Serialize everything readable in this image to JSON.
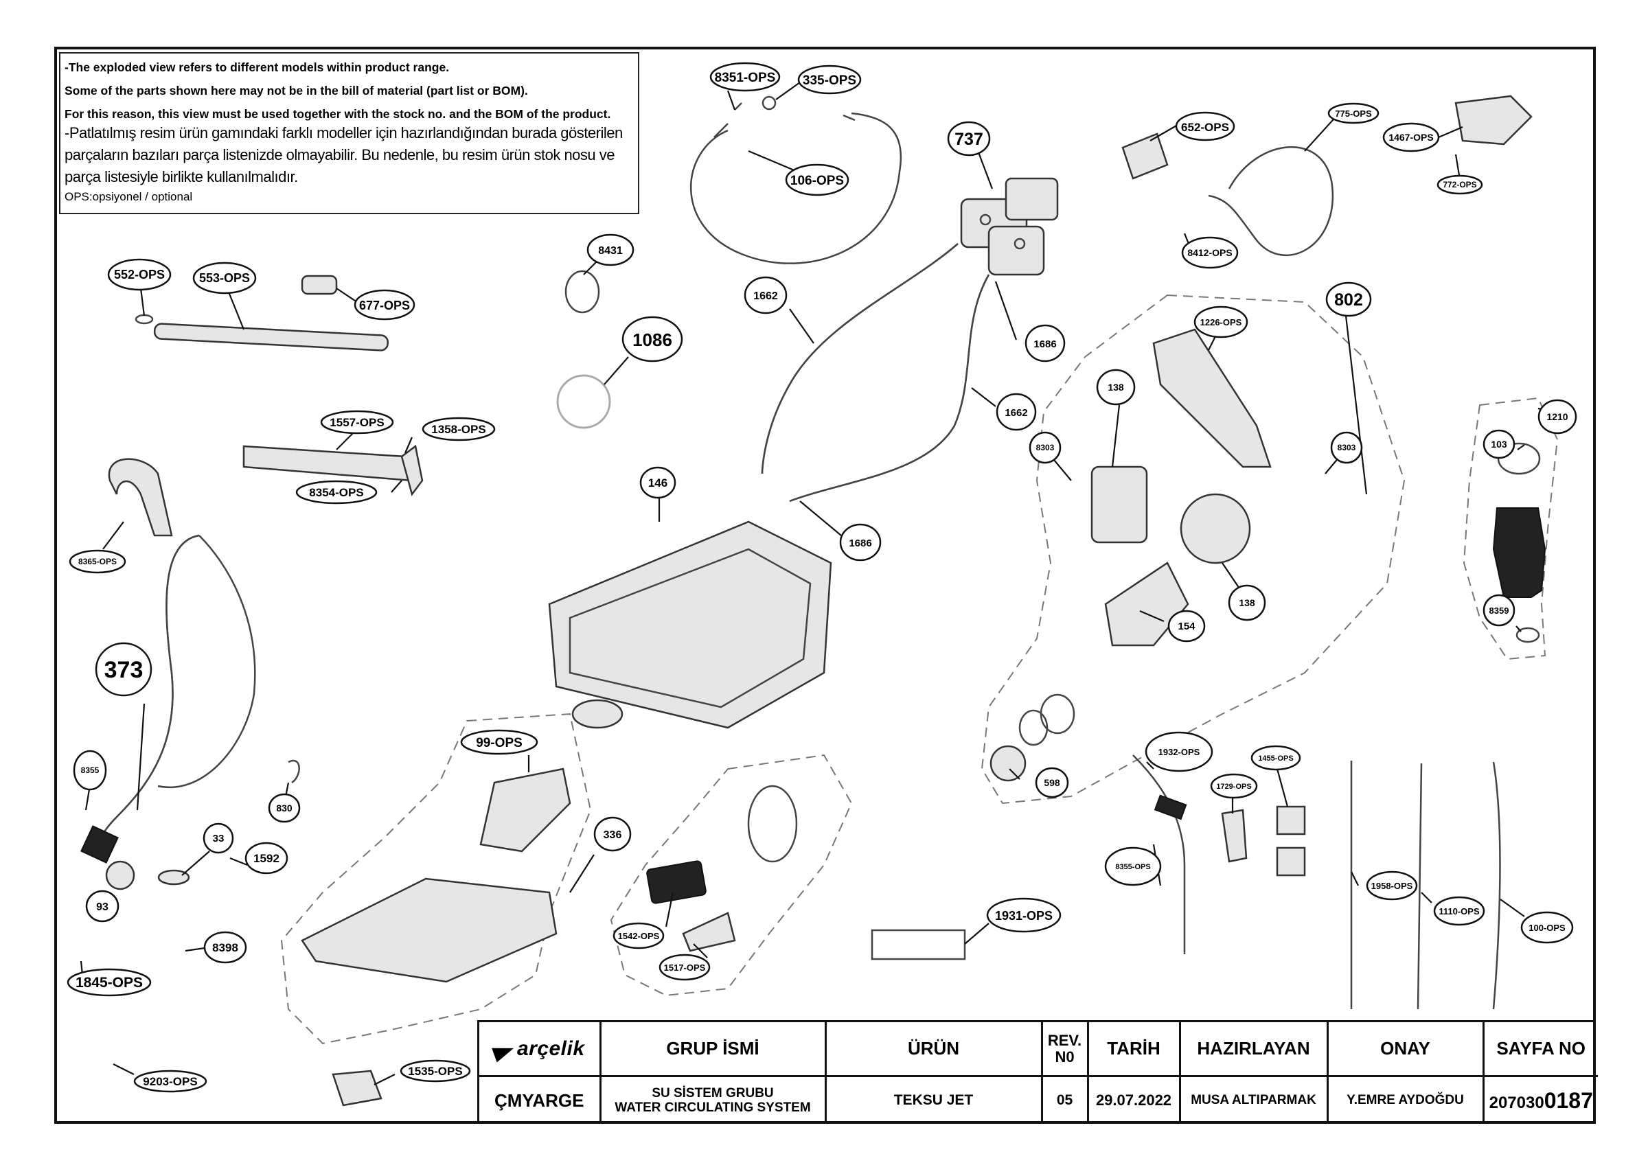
{
  "notes": {
    "line1": "-The exploded view refers to different models within product range.",
    "line2": "Some of the parts shown here may not be in the bill of material (part list or BOM).",
    "line3": "For this reason, this view must be used together with the stock no. and the BOM of the product.",
    "line4": "-Patlatılmış resim ürün gamındaki farklı modeller için hazırlandığından burada gösterilen",
    "line5": "parçaların bazıları parça listenizde olmayabilir. Bu nedenle, bu resim ürün stok nosu ve",
    "line6": "parça listesiyle birlikte kullanılmalıdır.",
    "line7": "OPS:opsiyonel / optional"
  },
  "callouts": {
    "c8351": "8351-OPS",
    "c335": "335-OPS",
    "c106": "106-OPS",
    "c737": "737",
    "c652": "652-OPS",
    "c775": "775-OPS",
    "c1467": "1467-OPS",
    "c772": "772-OPS",
    "c8412": "8412-OPS",
    "c552": "552-OPS",
    "c553": "553-OPS",
    "c677": "677-OPS",
    "c8431": "8431",
    "c1086": "1086",
    "c1662a": "1662",
    "c1662b": "1662",
    "c1686a": "1686",
    "c1686b": "1686",
    "c1226": "1226-OPS",
    "c802": "802",
    "c138a": "138",
    "c138b": "138",
    "c8303a": "8303",
    "c8303b": "8303",
    "c1210": "1210",
    "c103": "103",
    "c8359": "8359",
    "c1557": "1557-OPS",
    "c1358": "1358-OPS",
    "c8354": "8354-OPS",
    "c146": "146",
    "c8365": "8365-OPS",
    "c154": "154",
    "c373": "373",
    "c598": "598",
    "c8355a": "8355",
    "c830": "830",
    "c99": "99-OPS",
    "c1932": "1932-OPS",
    "c1455": "1455-OPS",
    "c1729": "1729-OPS",
    "c336": "336",
    "c33": "33",
    "c1592": "1592",
    "c8355b": "8355-OPS",
    "c1958": "1958-OPS",
    "c1110": "1110-OPS",
    "c100": "100-OPS",
    "c93": "93",
    "c1542": "1542-OPS",
    "c1517": "1517-OPS",
    "c1931": "1931-OPS",
    "c8398": "8398",
    "c1845": "1845-OPS",
    "c9203": "9203-OPS",
    "c1535": "1535-OPS"
  },
  "title_block": {
    "logo": "arçelik",
    "group_header": "GRUP İSMİ",
    "product_header": "ÜRÜN",
    "rev_header_1": "REV.",
    "rev_header_2": "N0",
    "date_header": "TARİH",
    "prepared_header": "HAZIRLAYAN",
    "approval_header": "ONAY",
    "page_header": "SAYFA NO",
    "department": "ÇMYARGE",
    "group_name_tr": "SU SİSTEM GRUBU",
    "group_name_en": "WATER CIRCULATING SYSTEM",
    "product": "TEKSU JET",
    "rev": "05",
    "date": "29.07.2022",
    "prepared_by": "MUSA ALTIPARMAK",
    "approved_by": "Y.EMRE AYDOĞDU",
    "page_no_prefix": "207030",
    "page_no_suffix": "0187"
  }
}
